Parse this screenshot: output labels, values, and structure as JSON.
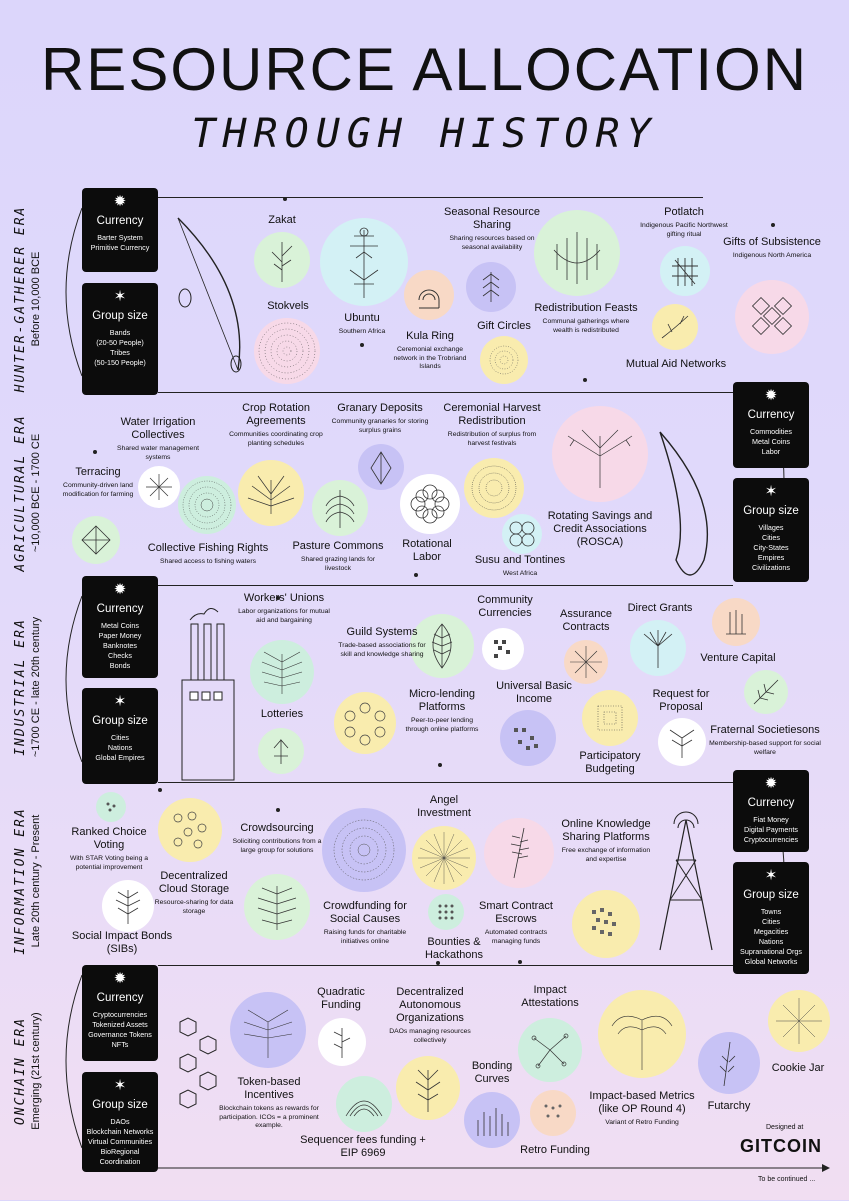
{
  "title": "RESOURCE ALLOCATION",
  "subtitle": "THROUGH HISTORY",
  "eras": {
    "hunter": {
      "name": "HUNTER-GATHERER ERA",
      "dates": "Before 10,000 BCE",
      "currency": {
        "title": "Currency",
        "items": [
          "Barter System",
          "Primitive Currency"
        ]
      },
      "group": {
        "title": "Group size",
        "items": [
          "Bands",
          "(20-50 People)",
          "Tribes",
          "(50-150 People)"
        ]
      }
    },
    "agri": {
      "name": "AGRICULTURAL ERA",
      "dates": "~10,000 BCE - 1700 CE",
      "currency": {
        "title": "Currency",
        "items": [
          "Commodities",
          "Metal Coins",
          "Labor"
        ]
      },
      "group": {
        "title": "Group size",
        "items": [
          "Villages",
          "Cities",
          "City-States",
          "Empires",
          "Civilizations"
        ]
      }
    },
    "industrial": {
      "name": "INDUSTRIAL ERA",
      "dates": "~1700 CE - late 20th century",
      "currency": {
        "title": "Currency",
        "items": [
          "Metal Coins",
          "Paper Money",
          "Banknotes",
          "Checks",
          "Bonds"
        ]
      },
      "group": {
        "title": "Group size",
        "items": [
          "Cities",
          "Nations",
          "Global Empires"
        ]
      }
    },
    "info": {
      "name": "INFORMATION ERA",
      "dates": "Late 20th century - Present",
      "currency": {
        "title": "Currency",
        "items": [
          "Fiat Money",
          "Digital Payments",
          "Cryptocurrencies"
        ]
      },
      "group": {
        "title": "Group size",
        "items": [
          "Towns",
          "Cities",
          "Megacities",
          "Nations",
          "Supranational Orgs",
          "Global Networks"
        ]
      }
    },
    "onchain": {
      "name": "ONCHAIN ERA",
      "dates": "Emerging (21st century)",
      "currency": {
        "title": "Currency",
        "items": [
          "Cryptocurrencies",
          "Tokenized Assets",
          "Governance Tokens",
          "NFTs"
        ]
      },
      "group": {
        "title": "Group size",
        "items": [
          "DAOs",
          "Blockchain Networks",
          "Virtual Communities",
          "BioRegional",
          "Coordination"
        ]
      }
    }
  },
  "labels": {
    "zakat": {
      "name": "Zakat"
    },
    "stokvels": {
      "name": "Stokvels"
    },
    "ubuntu": {
      "name": "Ubuntu",
      "desc": "Southern Africa"
    },
    "kula": {
      "name": "Kula Ring",
      "desc": "Ceremonial exchange network in the Trobriand Islands"
    },
    "seasonal": {
      "name": "Seasonal Resource Sharing",
      "desc": "Sharing resources based on seasonal availability"
    },
    "giftcircles": {
      "name": "Gift Circles"
    },
    "feasts": {
      "name": "Redistribution Feasts",
      "desc": "Communal gatherings where wealth is redistributed"
    },
    "potlatch": {
      "name": "Potlatch",
      "desc": "Indigenous Pacific Northwest gifting ritual"
    },
    "subsistence": {
      "name": "Gifts of Subsistence",
      "desc": "Indigenous North America"
    },
    "mutualaid": {
      "name": "Mutual Aid Networks"
    },
    "terracing": {
      "name": "Terracing",
      "desc": "Community-driven land modification for farming"
    },
    "irrigation": {
      "name": "Water Irrigation Collectives",
      "desc": "Shared water management systems"
    },
    "croprotation": {
      "name": "Crop Rotation Agreements",
      "desc": "Communities coordinating crop planting schedules"
    },
    "granary": {
      "name": "Granary Deposits",
      "desc": "Community granaries for storing surplus grains"
    },
    "harvest": {
      "name": "Ceremonial Harvest Redistribution",
      "desc": "Redistribution of surplus from harvest festivals"
    },
    "fishing": {
      "name": "Collective Fishing Rights",
      "desc": "Shared access to fishing waters"
    },
    "pasture": {
      "name": "Pasture Commons",
      "desc": "Shared grazing lands for livestock"
    },
    "rotlabor": {
      "name": "Rotational Labor"
    },
    "susu": {
      "name": "Susu and Tontines",
      "desc": "West Africa"
    },
    "rosca": {
      "name": "Rotating Savings and Credit Associations (ROSCA)"
    },
    "unions": {
      "name": "Workers' Unions",
      "desc": "Labor organizations for mutual aid and bargaining"
    },
    "guild": {
      "name": "Guild Systems",
      "desc": "Trade-based associations for skill and knowledge sharing"
    },
    "lotteries": {
      "name": "Lotteries"
    },
    "microlending": {
      "name": "Micro-lending Platforms",
      "desc": "Peer-to-peer lending through online platforms"
    },
    "commcur": {
      "name": "Community Currencies"
    },
    "ubi": {
      "name": "Universal Basic Income"
    },
    "assurance": {
      "name": "Assurance Contracts"
    },
    "grants": {
      "name": "Direct  Grants"
    },
    "venture": {
      "name": "Venture Capital"
    },
    "rfp": {
      "name": "Request for Proposal"
    },
    "partbudget": {
      "name": "Participatory Budgeting"
    },
    "fraternal": {
      "name": "Fraternal Societiesons",
      "desc": "Membership-based support for social welfare"
    },
    "ranked": {
      "name": "Ranked Choice Voting",
      "desc": "With STAR Voting being a potential improvement"
    },
    "decstorage": {
      "name": "Decentralized Cloud Storage",
      "desc": "Resource-sharing for data storage"
    },
    "crowdsourcing": {
      "name": "Crowdsourcing",
      "desc": "Soliciting contributions from a large group for solutions"
    },
    "angel": {
      "name": "Angel Investment"
    },
    "knowledge": {
      "name": "Online Knowledge Sharing Platforms",
      "desc": "Free exchange of information and expertise"
    },
    "sib": {
      "name": "Social Impact Bonds (SIBs)"
    },
    "crowdfunding": {
      "name": "Crowdfunding for Social Causes",
      "desc": "Raising funds for charitable initiatives online"
    },
    "bounties": {
      "name": "Bounties & Hackathons"
    },
    "escrow": {
      "name": "Smart Contract Escrows",
      "desc": "Automated contracts managing funds"
    },
    "qf": {
      "name": "Quadratic Funding"
    },
    "dao": {
      "name": "Decentralized Autonomous Organizations",
      "desc": "DAOs managing resources collectively"
    },
    "attest": {
      "name": "Impact Attestations"
    },
    "cookie": {
      "name": "Cookie Jar"
    },
    "token": {
      "name": "Token-based Incentives",
      "desc": "Blockchain tokens as rewards for participation. ICOs =  a prominent example."
    },
    "sequencer": {
      "name": "Sequencer fees funding + EIP 6969"
    },
    "bonding": {
      "name": "Bonding Curves"
    },
    "retro": {
      "name": "Retro Funding"
    },
    "impactmetrics": {
      "name": "Impact-based Metrics (like OP Round 4)",
      "desc": "Variant of Retro Funding"
    },
    "futarchy": {
      "name": "Futarchy"
    }
  },
  "footer": {
    "designed": "Designed at",
    "brand": "GITCOIN",
    "continued": "To be continued ..."
  },
  "colors": {
    "green": "#d9f2d8",
    "yellow": "#f9ecae",
    "pink": "#f7d9e8",
    "lavender": "#c7c2f5",
    "peach": "#f8d9c6",
    "mint": "#cdeede",
    "cyan": "#d3f1f5",
    "lilac": "#e3d3f5"
  }
}
